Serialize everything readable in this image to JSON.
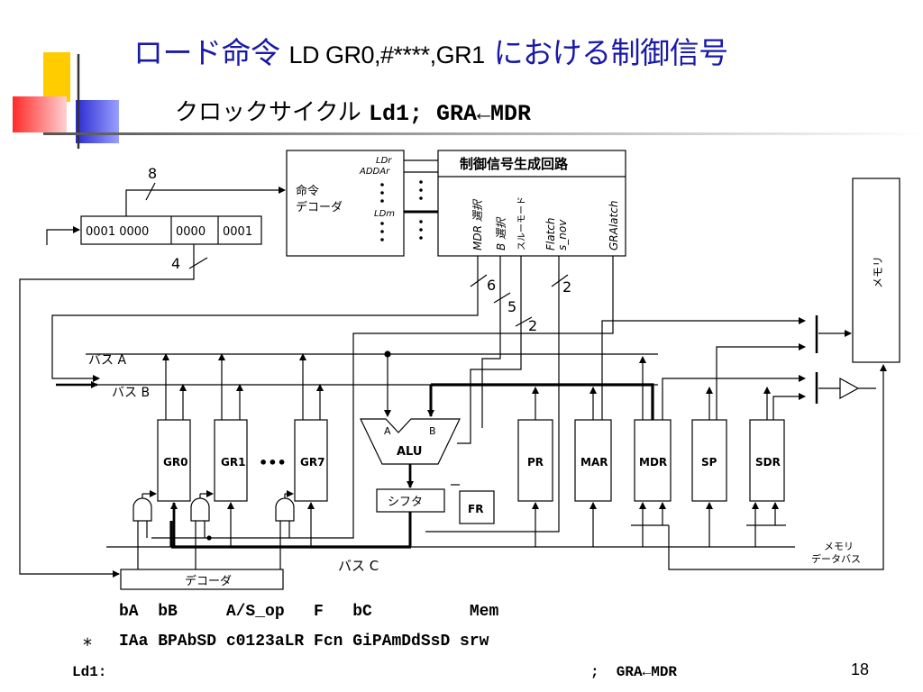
{
  "slide": {
    "title_part1": "ロード命令",
    "title_part2": "LD GR0,#****,GR1",
    "title_part3": "における制御信号",
    "subtitle_jp": "クロックサイクル",
    "subtitle_code": "Ld1; GRA←MDR",
    "page_number": "18"
  },
  "diagram": {
    "ir_fields": [
      "0001 0000",
      "0000",
      "0001"
    ],
    "bus_width_8": "8",
    "bus_width_4": "4",
    "decoder_label_line1": "命令",
    "decoder_label_line2": "デコーダ",
    "decoder_signal_ldr": "LDr",
    "decoder_signal_addar": "ADDAr",
    "decoder_signal_ldm": "LDm",
    "control_title": "制御信号生成回路",
    "control_mdr_sel": "MDR 選択",
    "control_b_sel": "B 選択",
    "control_through": "スルーモード",
    "control_flatch": "Flatch",
    "control_snov": "s_nov",
    "control_gralatch": "GRAlatch",
    "width_6": "6",
    "width_5": "5",
    "width_2a": "2",
    "width_2b": "2",
    "bus_a": "バス A",
    "bus_b": "バス B",
    "bus_c": "バス C",
    "registers": [
      "GR0",
      "GR1",
      "GR7"
    ],
    "ellipsis": "•••",
    "alu": "ALU",
    "alu_in_a": "A",
    "alu_in_b": "B",
    "shifter": "シフタ",
    "fr": "FR",
    "pr": "PR",
    "mar": "MAR",
    "mdr": "MDR",
    "sp": "SP",
    "sdr": "SDR",
    "memory": "メモリ",
    "mem_data_bus_line1": "メモリ",
    "mem_data_bus_line2": "データバス",
    "reg_decoder": "デコーダ"
  },
  "signals": {
    "header_row": "bA  bB     A/S_op   F   bC          Mem",
    "star": "*",
    "bits_row": "IAa BPAbSD c0123aLR Fcn GiPAmDdSsD srw",
    "ld1_label": "Ld1:",
    "ld1_comment": ";  GRA←MDR"
  }
}
